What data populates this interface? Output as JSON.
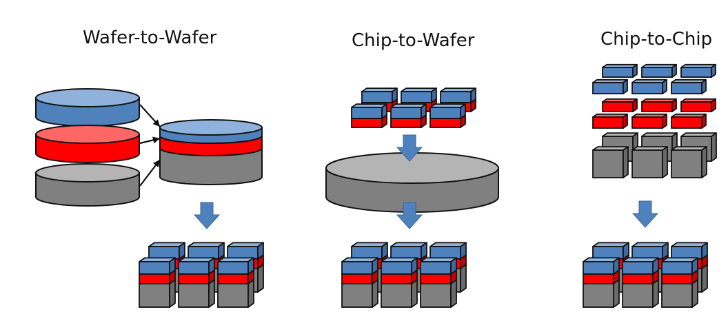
{
  "titles": {
    "wafer_to_wafer": "Wafer-to-Wafer",
    "chip_to_wafer": "Chip-to-Wafer",
    "chip_to_chip": "Chip-to-Chip"
  },
  "colors": {
    "blue_top": "#8eb2dc",
    "blue_front": "#4f81bd",
    "blue_side": "#3f6aa0",
    "red_top": "#ff6666",
    "red_front": "#ff0000",
    "red_side": "#cc0000",
    "gray_top": "#b4b4b4",
    "gray_front": "#808080",
    "gray_side": "#6a6a6a",
    "arrow": "#4f81bd",
    "outline": "#111111"
  },
  "layers": [
    "blue",
    "red",
    "gray"
  ],
  "stack_result_count": 6,
  "chip_grid": {
    "rows": 2,
    "cols": 3
  }
}
